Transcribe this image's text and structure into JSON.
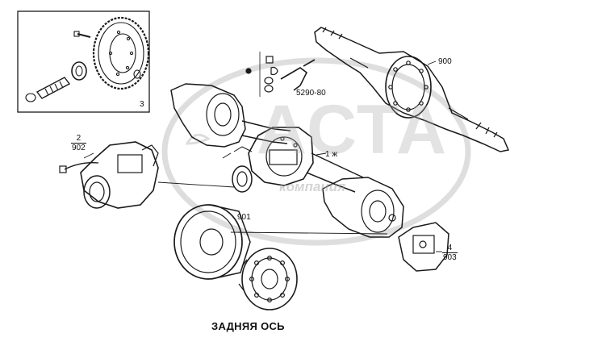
{
  "caption": "ЗАДНЯЯ ОСЬ",
  "watermark": {
    "brand": "АСТА",
    "subtitle": "компания"
  },
  "callouts": {
    "c3": "3",
    "c900": "900",
    "c5290": "5290-80",
    "c1": "1 ж",
    "c2": {
      "num": "2",
      "den": "902"
    },
    "c901": "901",
    "c4": {
      "num": "4",
      "den": "903"
    }
  },
  "colors": {
    "line": "#1a1a1a",
    "watermark": "#bdbdbd",
    "background": "#ffffff"
  }
}
